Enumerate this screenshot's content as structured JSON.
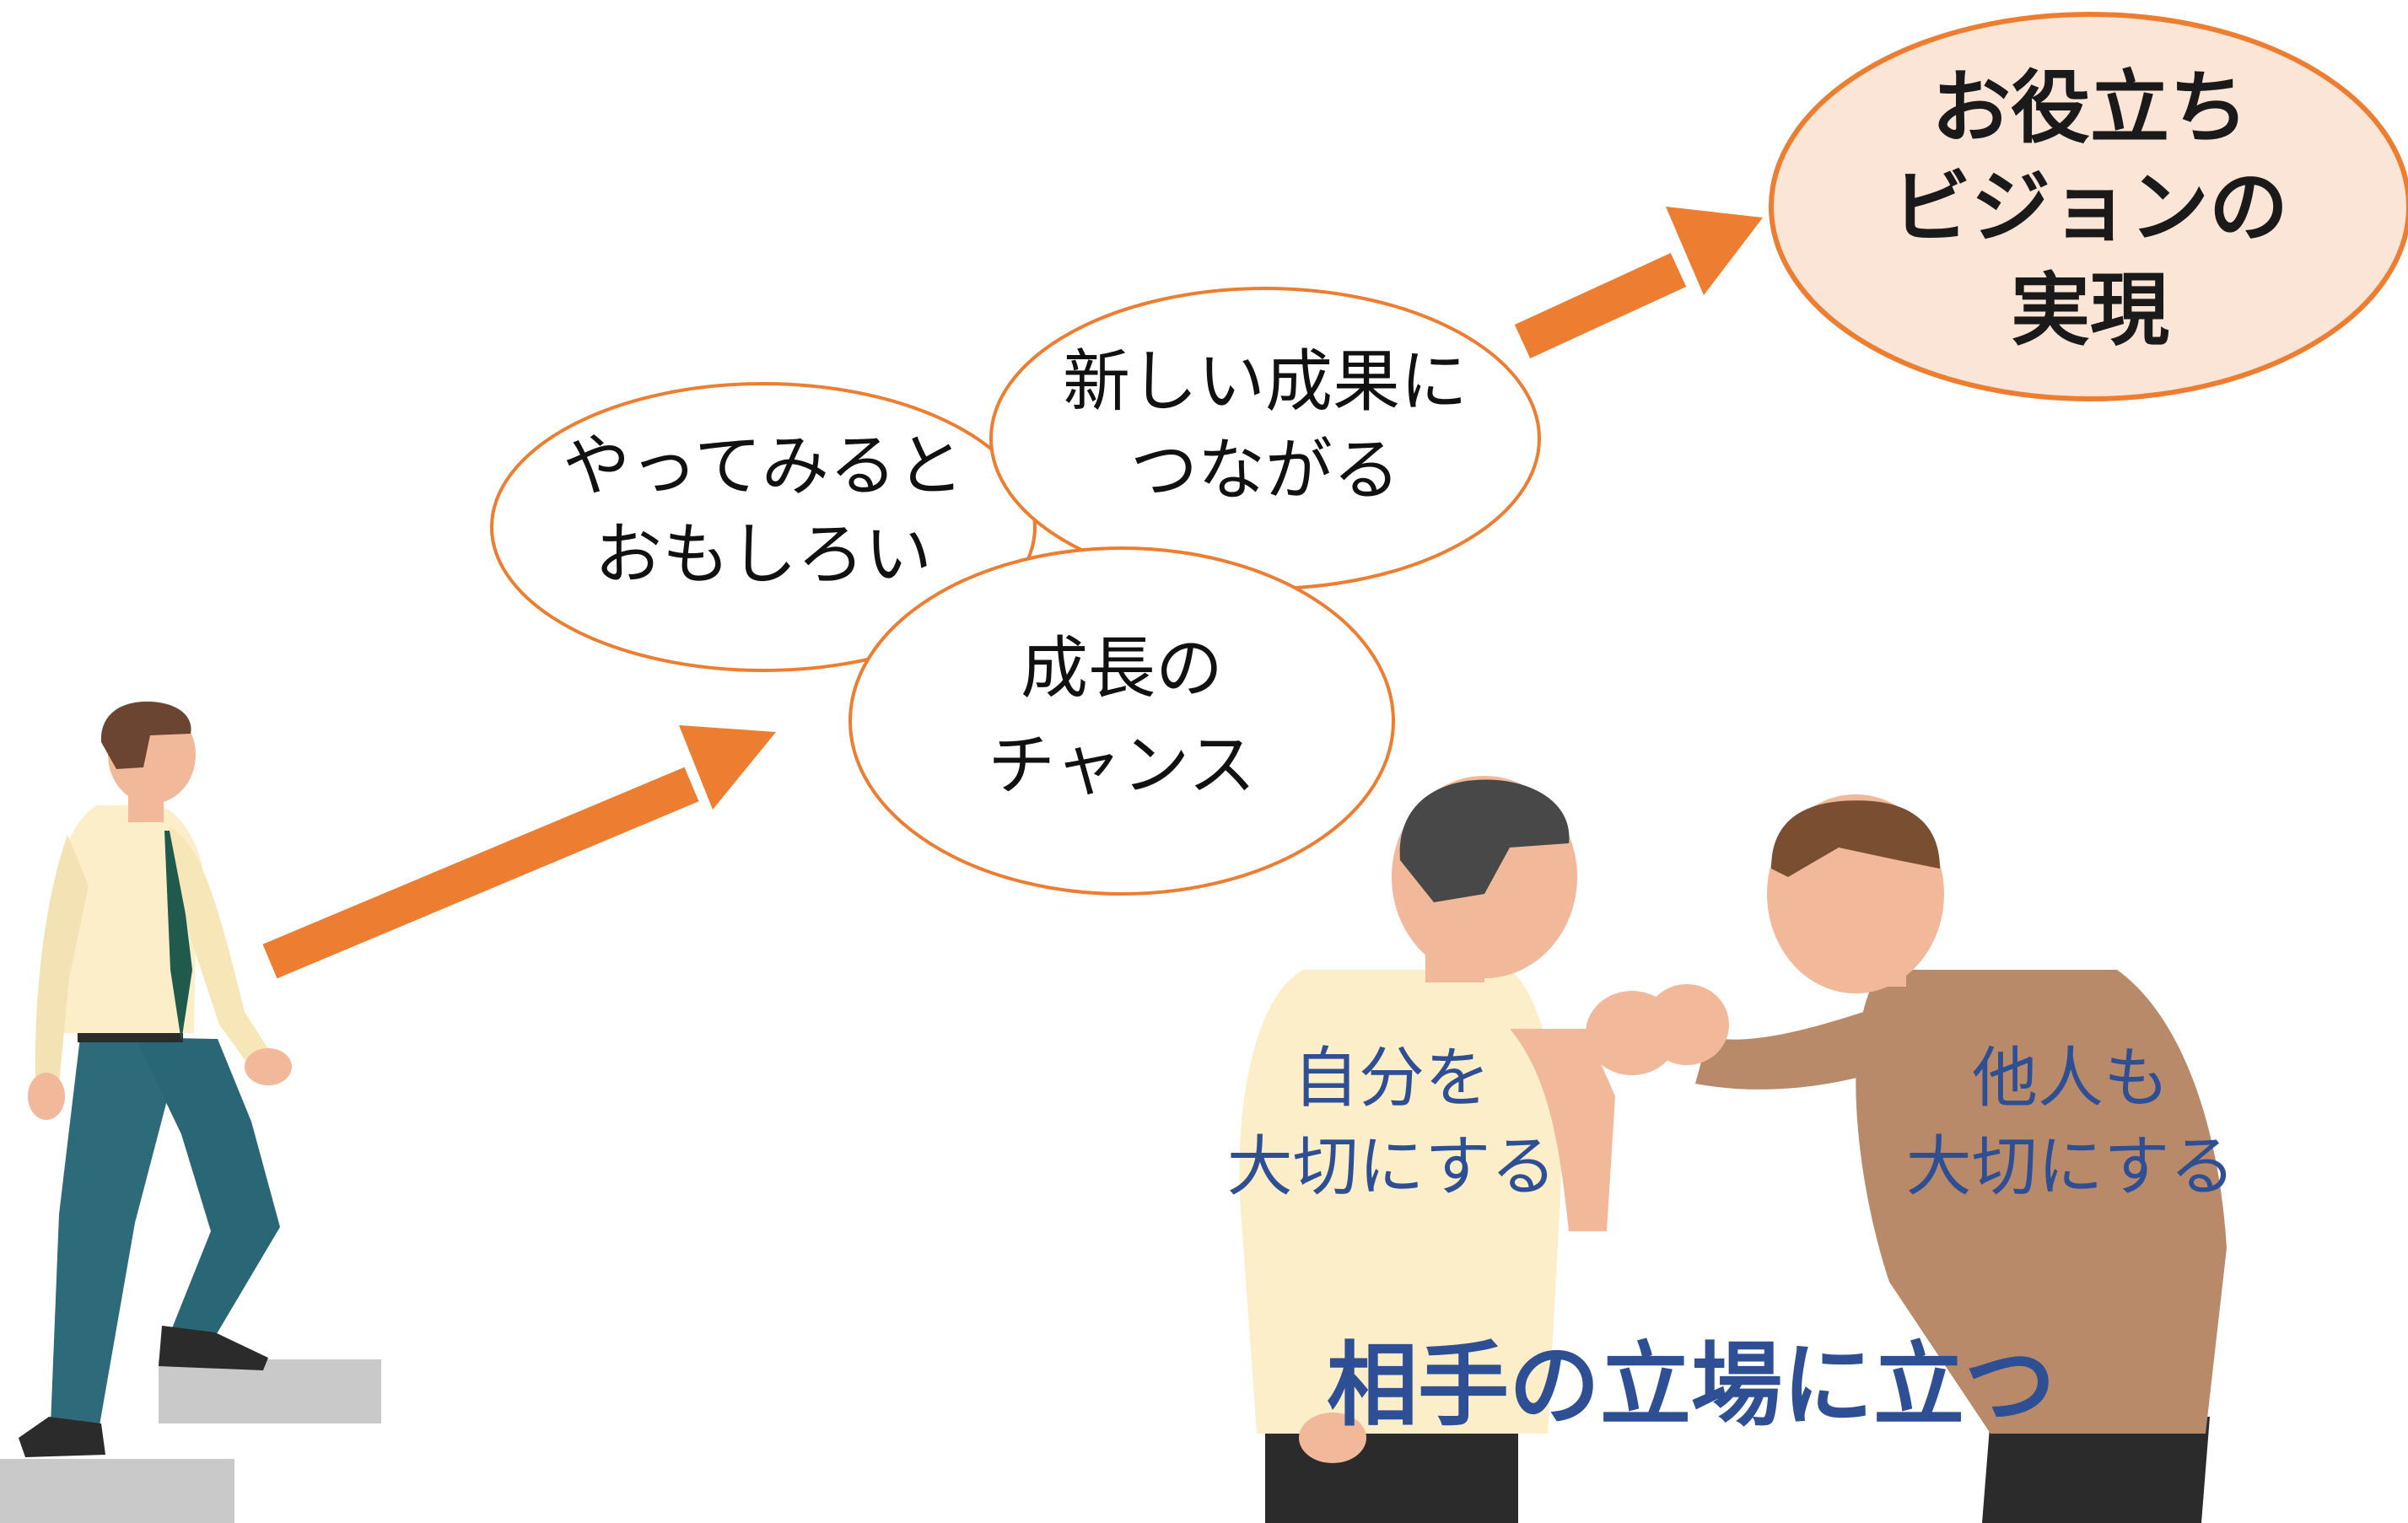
{
  "colors": {
    "accent": "#ed7d31",
    "goal_fill": "#fbe5d6",
    "blue_text": "#2f4f94",
    "stair_gray": "#c9c9c9"
  },
  "bubbles": {
    "fun": {
      "line1": "やってみると",
      "line2": "おもしろい"
    },
    "results": {
      "line1": "新しい成果に",
      "line2": "つながる"
    },
    "growth": {
      "line1": "成長の",
      "line2": "チャンス"
    }
  },
  "goal": {
    "line1": "お役立ち",
    "line2": "ビジョンの",
    "line3": "実現"
  },
  "self": {
    "line1": "自分を",
    "line2": "大切にする"
  },
  "others": {
    "line1": "他人も",
    "line2": "大切にする"
  },
  "motto": "相手の立場に立つ",
  "icons": [
    "walking-businessman-icon",
    "fist-bump-people-icon",
    "stairs-icon",
    "arrow-right-icon"
  ]
}
